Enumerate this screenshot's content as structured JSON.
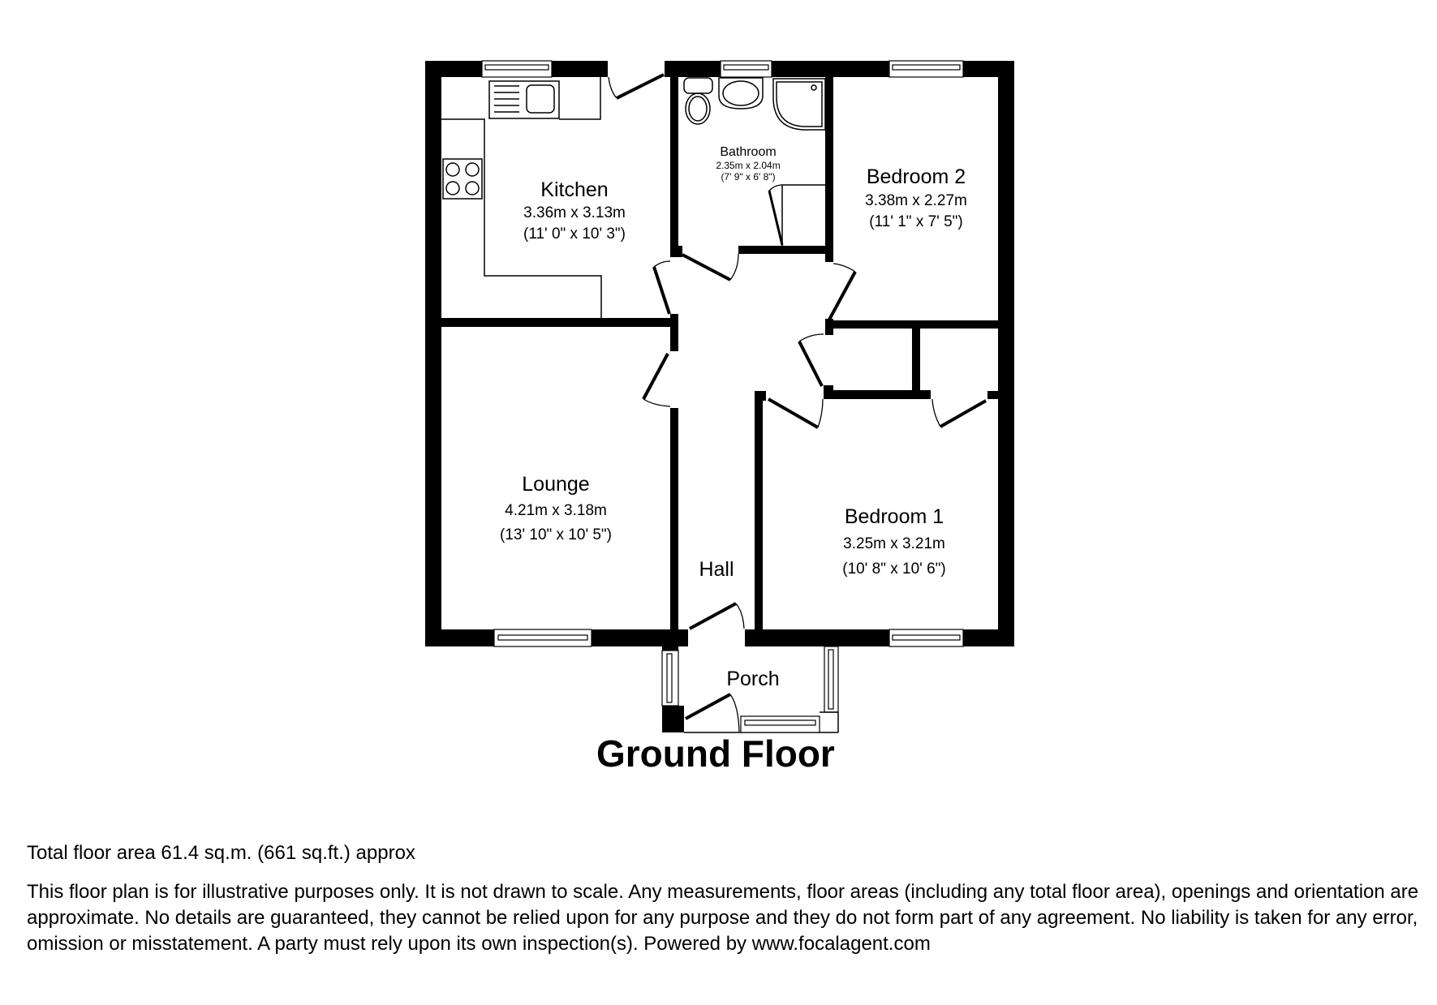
{
  "plan": {
    "floor_title": "Ground Floor",
    "rooms": {
      "kitchen": {
        "name": "Kitchen",
        "metric": "3.36m x 3.13m",
        "imperial": "(11' 0\" x 10' 3\")"
      },
      "bathroom": {
        "name": "Bathroom",
        "metric": "2.35m x 2.04m",
        "imperial": "(7' 9\" x 6' 8\")"
      },
      "bedroom2": {
        "name": "Bedroom 2",
        "metric": "3.38m x 2.27m",
        "imperial": "(11' 1\" x 7' 5\")"
      },
      "lounge": {
        "name": "Lounge",
        "metric": "4.21m x 3.18m",
        "imperial": "(13' 10\" x 10' 5\")"
      },
      "bedroom1": {
        "name": "Bedroom 1",
        "metric": "3.25m x 3.21m",
        "imperial": "(10' 8\" x 10' 6\")"
      },
      "hall": {
        "name": "Hall"
      },
      "porch": {
        "name": "Porch"
      }
    }
  },
  "footer": {
    "total_area": "Total floor area 61.4 sq.m. (661 sq.ft.) approx",
    "disclaimer": "This floor plan is for illustrative purposes only. It is not drawn to scale. Any measurements, floor areas (including any total floor area), openings and orientation are approximate. No details are guaranteed, they cannot be relied upon for any purpose and they do not form part of any agreement. No liability is taken for any error, omission or misstatement. A party must rely upon its own inspection(s). Powered by www.focalagent.com"
  }
}
